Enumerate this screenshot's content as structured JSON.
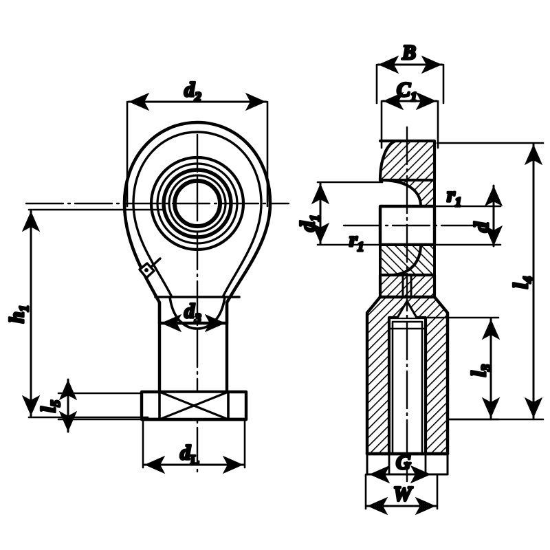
{
  "drawing": {
    "title": "Rod End Bearing Technical Drawing",
    "type": "engineering-dimension-drawing",
    "line_color": "#000000",
    "background_color": "#ffffff",
    "views": [
      {
        "name": "front-view",
        "position": "left"
      },
      {
        "name": "section-view",
        "position": "right"
      }
    ]
  },
  "dimensions": {
    "d2": {
      "base": "d",
      "sub": "2",
      "view": "front-view",
      "orientation": "horizontal",
      "location": "top"
    },
    "h1": {
      "base": "h",
      "sub": "1",
      "view": "front-view",
      "orientation": "vertical",
      "location": "left"
    },
    "l5": {
      "base": "l",
      "sub": "5",
      "view": "front-view",
      "orientation": "vertical",
      "location": "left-lower"
    },
    "d3": {
      "base": "d",
      "sub": "3",
      "view": "front-view",
      "orientation": "horizontal",
      "location": "middle-shank"
    },
    "dL": {
      "base": "d",
      "sub": "L",
      "view": "front-view",
      "orientation": "horizontal",
      "location": "bottom"
    },
    "B": {
      "base": "B",
      "sub": "",
      "view": "section-view",
      "orientation": "horizontal",
      "location": "top"
    },
    "C1": {
      "base": "C",
      "sub": "1",
      "view": "section-view",
      "orientation": "horizontal",
      "location": "top-inner"
    },
    "d1": {
      "base": "d",
      "sub": "1",
      "view": "section-view",
      "orientation": "vertical",
      "location": "left"
    },
    "r1a": {
      "base": "r",
      "sub": "1",
      "view": "section-view",
      "orientation": "leader",
      "location": "upper-right-chamfer"
    },
    "r1b": {
      "base": "r",
      "sub": "1",
      "view": "section-view",
      "orientation": "leader",
      "location": "lower-left-chamfer"
    },
    "d": {
      "base": "d",
      "sub": "",
      "view": "section-view",
      "orientation": "vertical",
      "location": "right-inner"
    },
    "l4": {
      "base": "l",
      "sub": "4",
      "view": "section-view",
      "orientation": "vertical",
      "location": "far-right"
    },
    "l3": {
      "base": "l",
      "sub": "3",
      "view": "section-view",
      "orientation": "vertical",
      "location": "right-inner-lower"
    },
    "G": {
      "base": "G",
      "sub": "",
      "view": "section-view",
      "orientation": "horizontal",
      "location": "bottom-inner"
    },
    "W": {
      "base": "W",
      "sub": "",
      "view": "section-view",
      "orientation": "horizontal",
      "location": "bottom"
    }
  },
  "features": {
    "grease_nipple": "grease-nipple-icon",
    "bore_center": "center-mark-icon",
    "thread_symbol": "cross-hatch-bore-icon"
  }
}
